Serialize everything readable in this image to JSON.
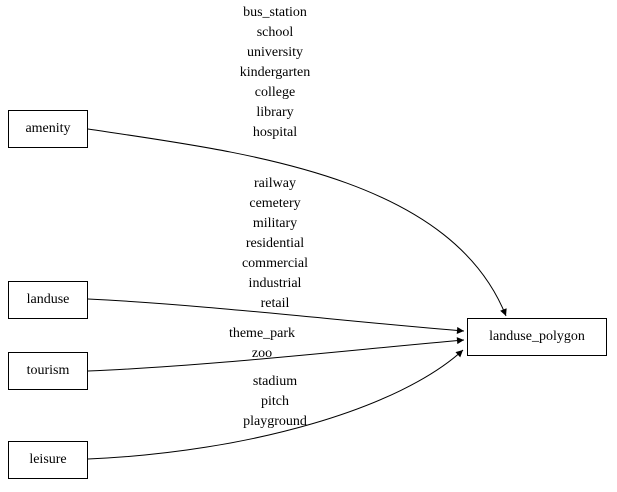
{
  "colors": {
    "background": "#ffffff",
    "stroke": "#000000",
    "text": "#000000"
  },
  "graph": {
    "nodes": [
      {
        "id": "amenity",
        "label": "amenity"
      },
      {
        "id": "landuse",
        "label": "landuse"
      },
      {
        "id": "tourism",
        "label": "tourism"
      },
      {
        "id": "leisure",
        "label": "leisure"
      },
      {
        "id": "landuse_polygon",
        "label": "landuse_polygon"
      }
    ],
    "edges": [
      {
        "from": "amenity",
        "to": "landuse_polygon",
        "labels": [
          "bus_station",
          "school",
          "university",
          "kindergarten",
          "college",
          "library",
          "hospital"
        ]
      },
      {
        "from": "landuse",
        "to": "landuse_polygon",
        "labels": [
          "railway",
          "cemetery",
          "military",
          "residential",
          "commercial",
          "industrial",
          "retail"
        ]
      },
      {
        "from": "tourism",
        "to": "landuse_polygon",
        "labels": [
          "theme_park",
          "zoo"
        ]
      },
      {
        "from": "leisure",
        "to": "landuse_polygon",
        "labels": [
          "stadium",
          "pitch",
          "playground"
        ]
      }
    ]
  }
}
